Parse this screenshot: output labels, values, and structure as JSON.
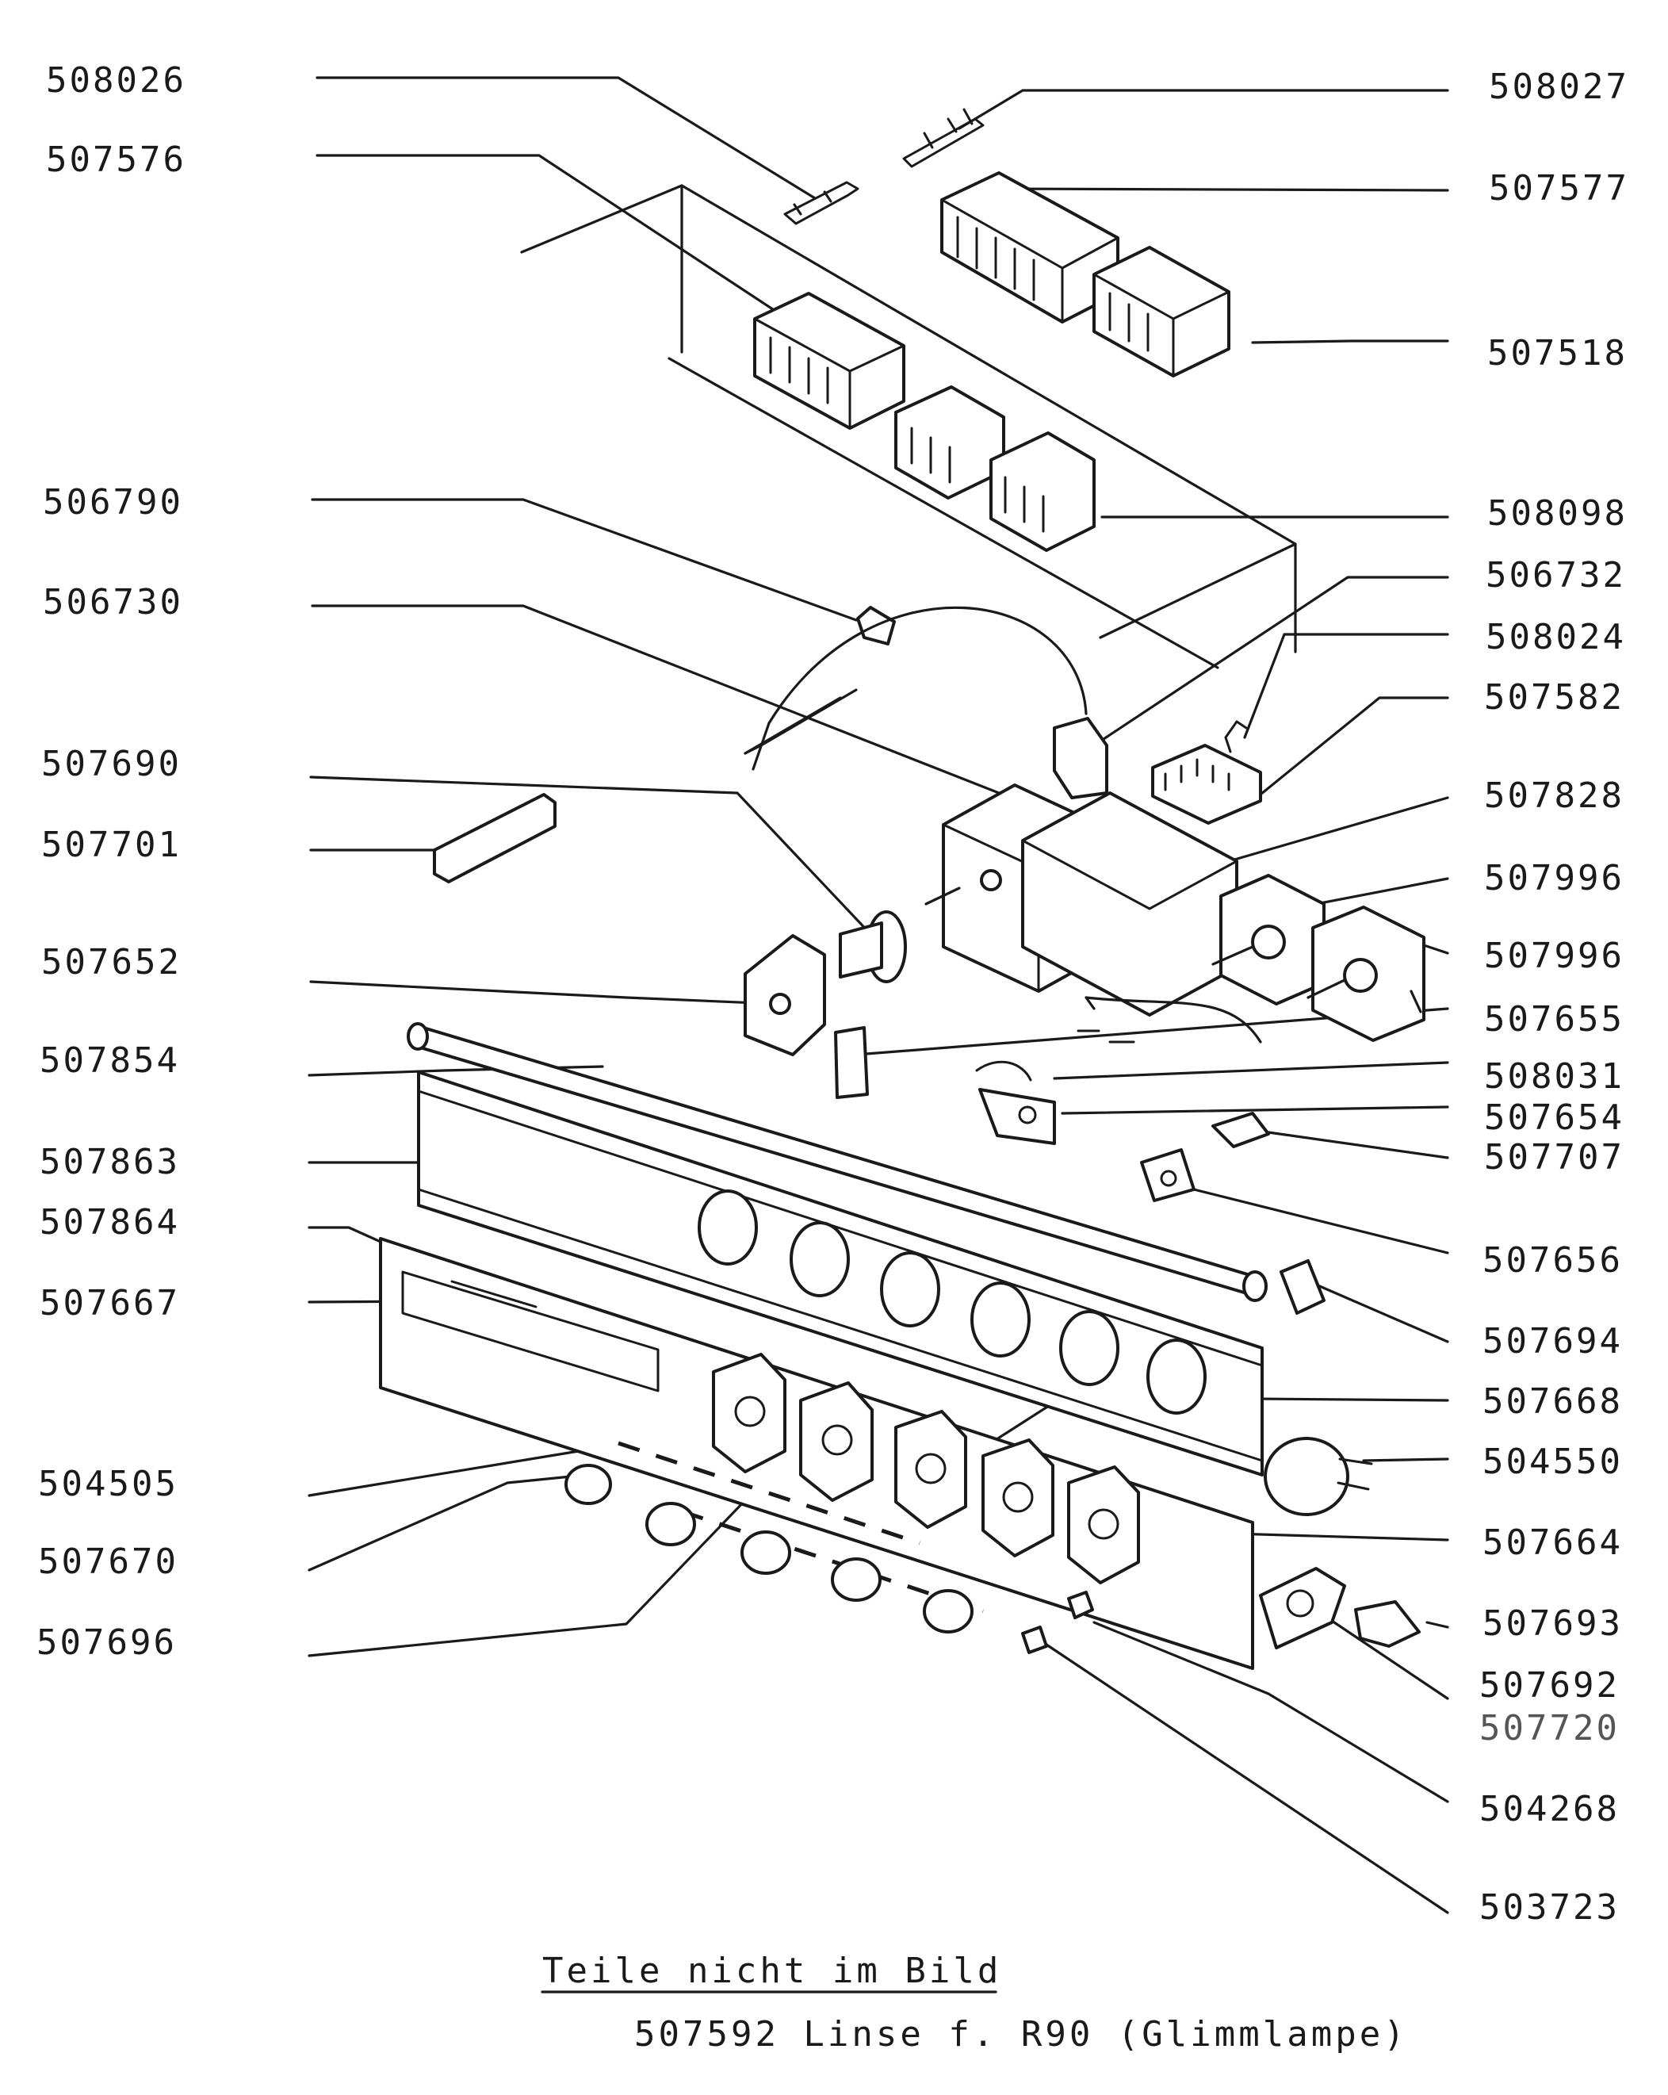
{
  "left_labels": [
    "508026",
    "507576",
    "506790",
    "506730",
    "507690",
    "507701",
    "507652",
    "507854",
    "507863",
    "507864",
    "507667",
    "504505",
    "507670",
    "507696"
  ],
  "right_labels": [
    "508027",
    "507577",
    "507518",
    "508098",
    "506732",
    "508024",
    "507582",
    "507828",
    "507996",
    "507996",
    "507655",
    "508031",
    "507654",
    "507707",
    "507656",
    "507694",
    "507668",
    "504550",
    "507664",
    "507693",
    "507692",
    "507720",
    "504268",
    "503723"
  ],
  "footer": {
    "heading": "Teile nicht im Bild",
    "note": "507592 Linse f. R90 (Glimmlampe)"
  }
}
